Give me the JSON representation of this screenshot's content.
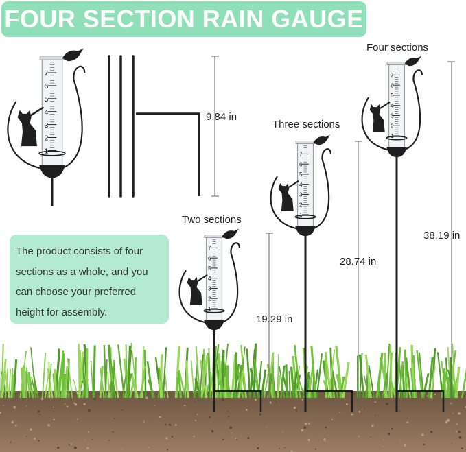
{
  "title": "FOUR SECTION RAIN GAUGE",
  "info_text": "The product consists of four sections as a whole, and you can choose your preferred height for assembly.",
  "parts_height_label": "9.84 in",
  "gauges": [
    {
      "section_label": "Two sections",
      "height_label": "19.29 in"
    },
    {
      "section_label": "Three sections",
      "height_label": "28.74 in"
    },
    {
      "section_label": "Four sections",
      "height_label": "38.19 in"
    }
  ],
  "tube_scale": [
    "1",
    "2",
    "3",
    "4",
    "5",
    "6",
    "7"
  ],
  "colors": {
    "banner": "#8fe0b8",
    "info_box": "#b3ead0",
    "grass": "#7cc443",
    "soil": "#8a6d55",
    "metal": "#1f1f1f"
  }
}
